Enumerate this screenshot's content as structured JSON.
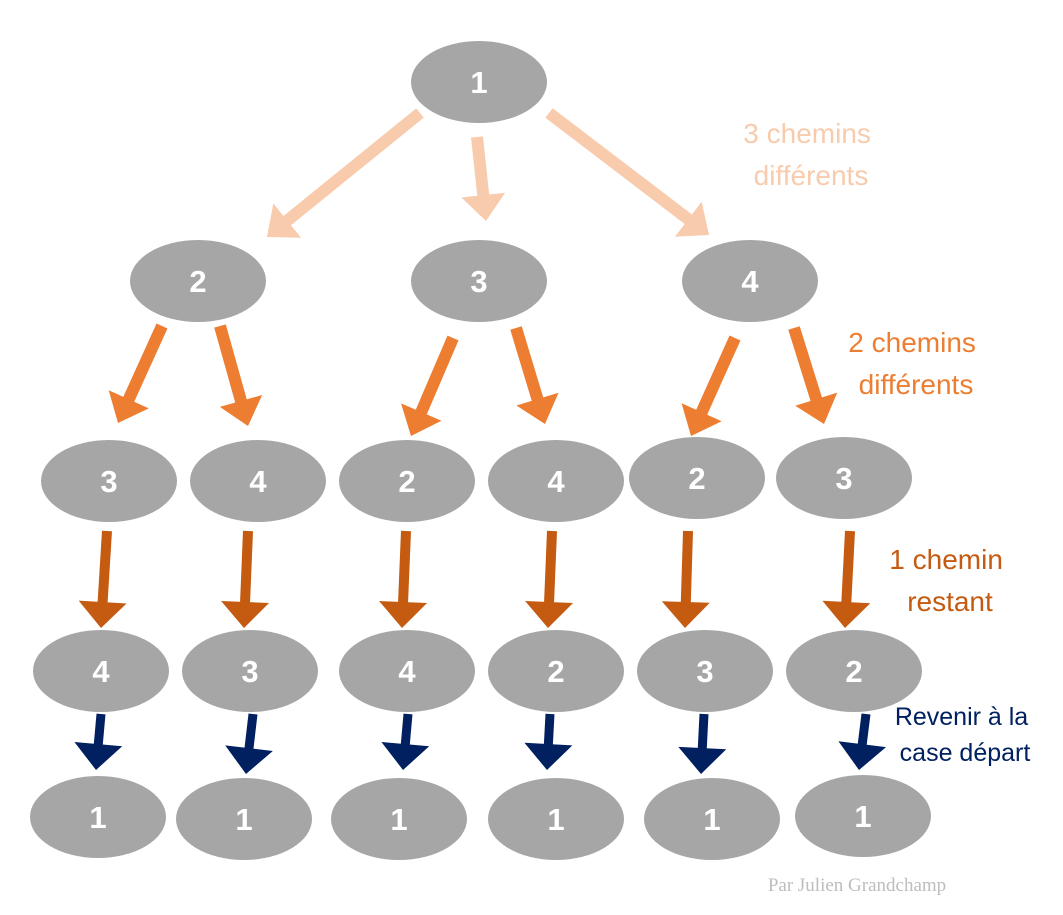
{
  "colors": {
    "node": "#a6a6a6",
    "node_text": "#ffffff",
    "level1": "#f8cbad",
    "level2": "#ed7d31",
    "level3": "#c55a11",
    "level4": "#002060",
    "credit": "#bdbdbd"
  },
  "nodes": {
    "root": "1",
    "level1": [
      "2",
      "3",
      "4"
    ],
    "level2": [
      "3",
      "4",
      "2",
      "4",
      "2",
      "3"
    ],
    "level3": [
      "4",
      "3",
      "4",
      "2",
      "3",
      "2"
    ],
    "level4": [
      "1",
      "1",
      "1",
      "1",
      "1",
      "1"
    ]
  },
  "labels": {
    "level1": [
      "3 chemins",
      "différents"
    ],
    "level2": [
      "2 chemins",
      "différents"
    ],
    "level3": [
      "1 chemin",
      "restant"
    ],
    "level4": [
      "Revenir à la",
      "case départ"
    ]
  },
  "credit": "Par Julien Grandchamp"
}
